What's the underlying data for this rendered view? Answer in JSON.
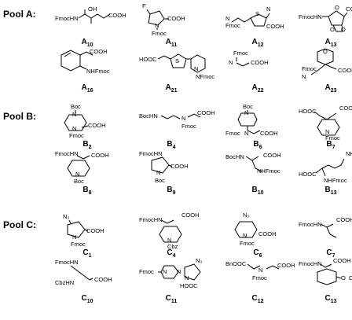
{
  "pools": [
    {
      "title": "Pool A:",
      "compounds": [
        {
          "id": "A",
          "sub": "10",
          "groups": [
            "FmocHN",
            "OH",
            "COOH"
          ]
        },
        {
          "id": "A",
          "sub": "11",
          "groups": [
            "F",
            "N",
            "COOH",
            "Fmoc"
          ]
        },
        {
          "id": "A",
          "sub": "12",
          "groups": [
            "N",
            "Fmoc",
            "S",
            "N",
            "COOH"
          ]
        },
        {
          "id": "A",
          "sub": "13",
          "groups": [
            "FmocHN",
            "O",
            "COOH",
            "O",
            "O"
          ]
        },
        {
          "id": "A",
          "sub": "16",
          "groups": [
            "COOH",
            "NHFmoc"
          ]
        },
        {
          "id": "A",
          "sub": "21",
          "groups": [
            "HOOC",
            "S",
            "N",
            "NFmoc"
          ]
        },
        {
          "id": "A",
          "sub": "22",
          "groups": [
            "Fmoc",
            "N",
            "COOH"
          ]
        },
        {
          "id": "A",
          "sub": "23",
          "groups": [
            "O",
            "Fmoc",
            "N",
            "H",
            "COOH"
          ]
        }
      ]
    },
    {
      "title": "Pool B:",
      "compounds": [
        {
          "id": "B",
          "sub": "2",
          "groups": [
            "Boc",
            "N",
            "N",
            "COOH",
            "Fmoc"
          ]
        },
        {
          "id": "B",
          "sub": "4",
          "groups": [
            "BocHN",
            "N",
            "COOH",
            "Fmoc"
          ]
        },
        {
          "id": "B",
          "sub": "6",
          "groups": [
            "Boc",
            "N",
            "Fmoc",
            "N",
            "COOH"
          ]
        },
        {
          "id": "B",
          "sub": "7",
          "groups": [
            "HOOC",
            "COOtBu",
            "N",
            "Fmoc"
          ]
        },
        {
          "id": "B",
          "sub": "8",
          "groups": [
            "FmocHN",
            "COOH",
            "N",
            "Boc"
          ]
        },
        {
          "id": "B",
          "sub": "9",
          "groups": [
            "FmocHN",
            "COOH",
            "N",
            "Boc"
          ]
        },
        {
          "id": "B",
          "sub": "10",
          "groups": [
            "BocHN",
            "COOH",
            "NHFmoc"
          ]
        },
        {
          "id": "B",
          "sub": "13",
          "groups": [
            "NHBoc",
            "HOOC",
            "NHFmoc"
          ]
        }
      ]
    },
    {
      "title": "Pool C:",
      "compounds": [
        {
          "id": "C",
          "sub": "1",
          "groups": [
            "N₃",
            "N",
            "COOH",
            "Fmoc"
          ]
        },
        {
          "id": "C",
          "sub": "4",
          "groups": [
            "FmocHN",
            "COOH",
            "N",
            "Cbz"
          ]
        },
        {
          "id": "C",
          "sub": "6",
          "groups": [
            "N₃",
            "N",
            "COOH",
            "Fmoc"
          ]
        },
        {
          "id": "C",
          "sub": "7",
          "groups": [
            "FmocHN",
            "COOH"
          ]
        },
        {
          "id": "C",
          "sub": "10",
          "groups": [
            "FmocHN",
            "CbzHN",
            "COOH"
          ]
        },
        {
          "id": "C",
          "sub": "11",
          "groups": [
            "Fmoc",
            "N",
            "N",
            "N₃",
            "N",
            "HOOC"
          ]
        },
        {
          "id": "C",
          "sub": "12",
          "groups": [
            "BnOOC",
            "N",
            "COOH",
            "Fmoc"
          ]
        },
        {
          "id": "C",
          "sub": "13",
          "groups": [
            "FmocHN",
            "COOH",
            "O",
            "COOBn"
          ]
        }
      ]
    }
  ]
}
